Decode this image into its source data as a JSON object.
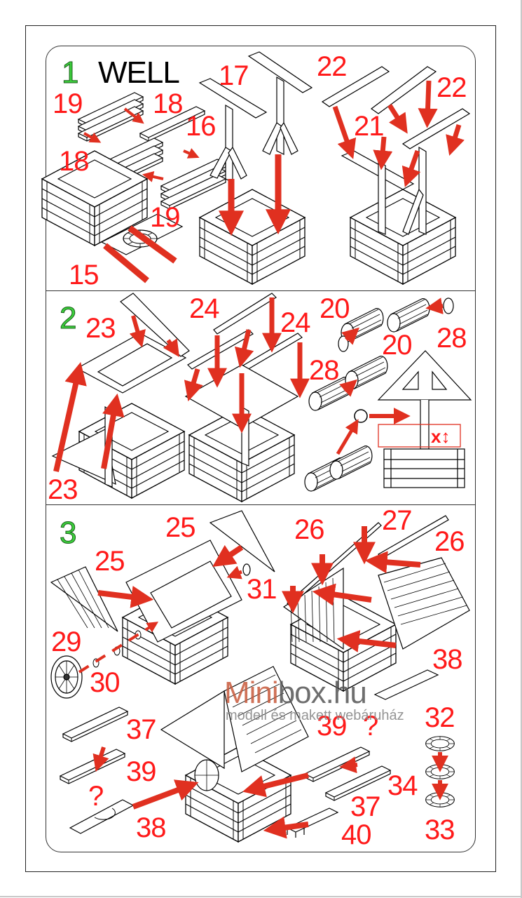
{
  "document": {
    "title": "WELL",
    "watermark": {
      "brand_a": "Mini",
      "brand_b": "box.hu",
      "tagline": "modell és makett webáruház"
    },
    "colors": {
      "label_red": "#ff1a1a",
      "arrow_red": "#e03020",
      "step_green": "#3ccf3c",
      "line": "#000000"
    }
  },
  "steps": [
    {
      "number": "1",
      "labels": [
        "19",
        "18",
        "16",
        "17",
        "18",
        "19",
        "15",
        "22",
        "21",
        "22"
      ]
    },
    {
      "number": "2",
      "labels": [
        "23",
        "23",
        "24",
        "24",
        "20",
        "20",
        "28",
        "28"
      ],
      "adjust_mark": "x↕"
    },
    {
      "number": "3",
      "labels": [
        "25",
        "25",
        "31",
        "29",
        "30",
        "26",
        "27",
        "26",
        "38",
        "37",
        "39",
        "?",
        "38",
        "39",
        "?",
        "32",
        "34",
        "37",
        "40",
        "33"
      ]
    }
  ]
}
